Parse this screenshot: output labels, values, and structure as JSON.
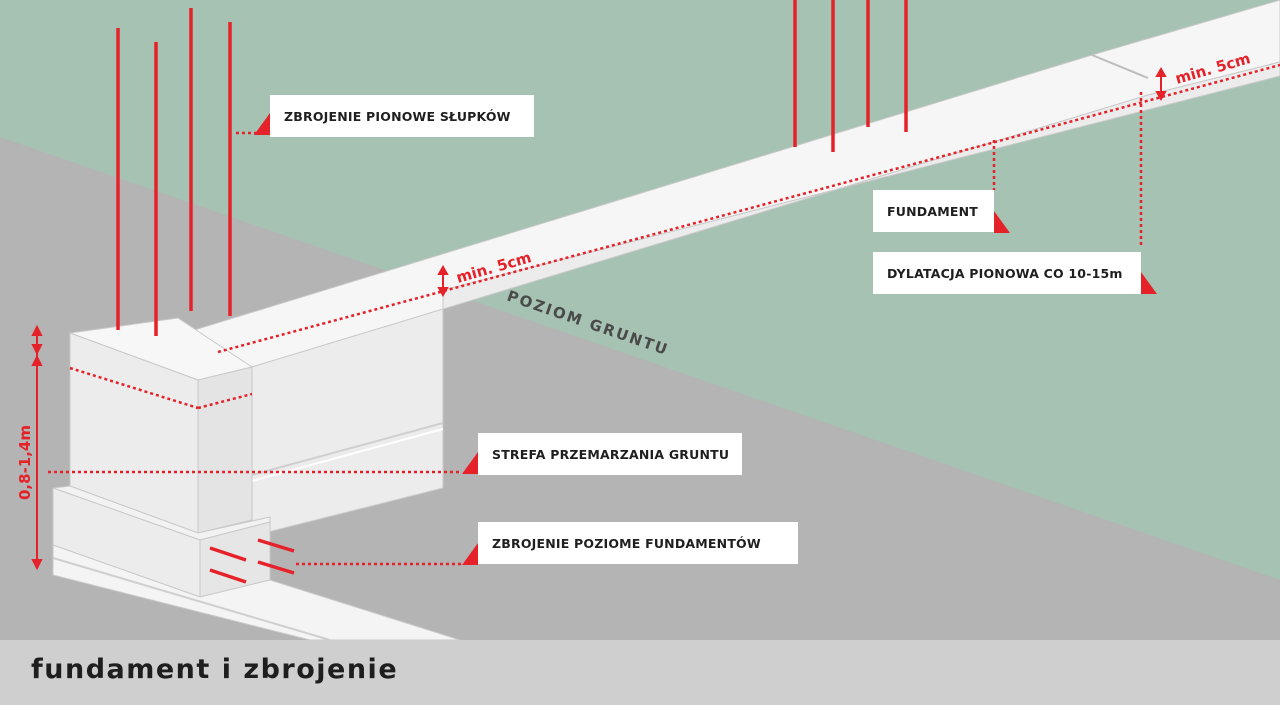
{
  "colors": {
    "background": "#a5c2b3",
    "ground": "#b4b4b4",
    "concrete": "#efefef",
    "accent": "#e52229",
    "footer": "#cfcfcf"
  },
  "labels": {
    "zbrojenie_pionowe": "ZBROJENIE PIONOWE SŁUPKÓW",
    "fundament": "FUNDAMENT",
    "dylatacja": "DYLATACJA PIONOWA CO 10-15m",
    "strefa": "STREFA PRZEMARZANIA GRUNTU",
    "zbrojenie_poziome": "ZBROJENIE POZIOME FUNDAMENTÓW"
  },
  "dimensions": {
    "min_front": "min. 5cm",
    "min_back": "min. 5cm",
    "depth": "0,8-1,4m"
  },
  "ground_level": "POZIOM GRUNTU",
  "footer": {
    "title": "fundament i zbrojenie"
  }
}
